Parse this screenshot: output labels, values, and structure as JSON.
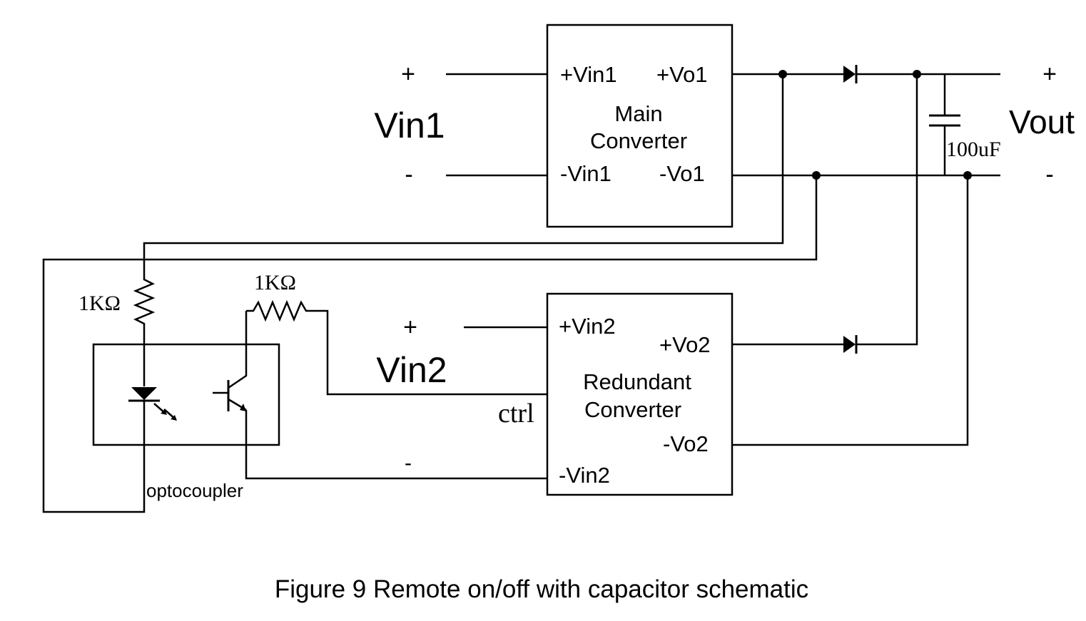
{
  "caption": "Figure 9 Remote on/off with capacitor schematic",
  "vin1": {
    "label": "Vin1",
    "plus": "+",
    "minus": "-"
  },
  "vin2": {
    "label": "Vin2",
    "plus": "+",
    "minus": "-"
  },
  "vout": {
    "label": "Vout",
    "plus": "+",
    "minus": "-"
  },
  "main_converter": {
    "title_line1": "Main",
    "title_line2": "Converter",
    "pin_vin_pos": "+Vin1",
    "pin_vin_neg": "-Vin1",
    "pin_vo_pos": "+Vo1",
    "pin_vo_neg": "-Vo1"
  },
  "redundant_converter": {
    "title_line1": "Redundant",
    "title_line2": "Converter",
    "pin_vin_pos": "+Vin2",
    "pin_vin_neg": "-Vin2",
    "pin_vo_pos": "+Vo2",
    "pin_vo_neg": "-Vo2",
    "pin_ctrl": "ctrl"
  },
  "capacitor": {
    "value": "100uF"
  },
  "resistor_led": {
    "value": "1KΩ"
  },
  "resistor_ctrl": {
    "value": "1KΩ"
  },
  "optocoupler": {
    "label": "optocoupler"
  }
}
